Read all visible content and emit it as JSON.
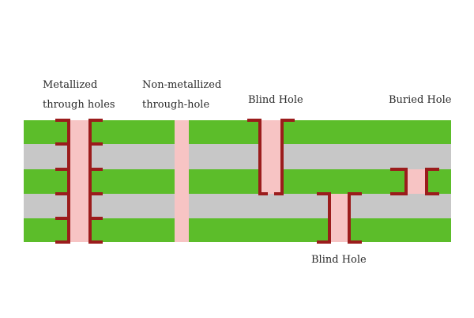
{
  "labels": {
    "metallized_line1": "Metallized",
    "metallized_line2": "through holes",
    "nonmetallized_line1": "Non-metallized",
    "nonmetallized_line2": "through-hole",
    "blind_top": "Blind Hole",
    "buried": "Buried Hole",
    "blind_bottom": "Blind Hole"
  },
  "colors": {
    "copper_layer": "#5cbd2a",
    "dielectric_layer": "#c7c7c7",
    "hole_fill": "#f7c4c4",
    "plating": "#9b1c1c",
    "background": "#ffffff"
  }
}
